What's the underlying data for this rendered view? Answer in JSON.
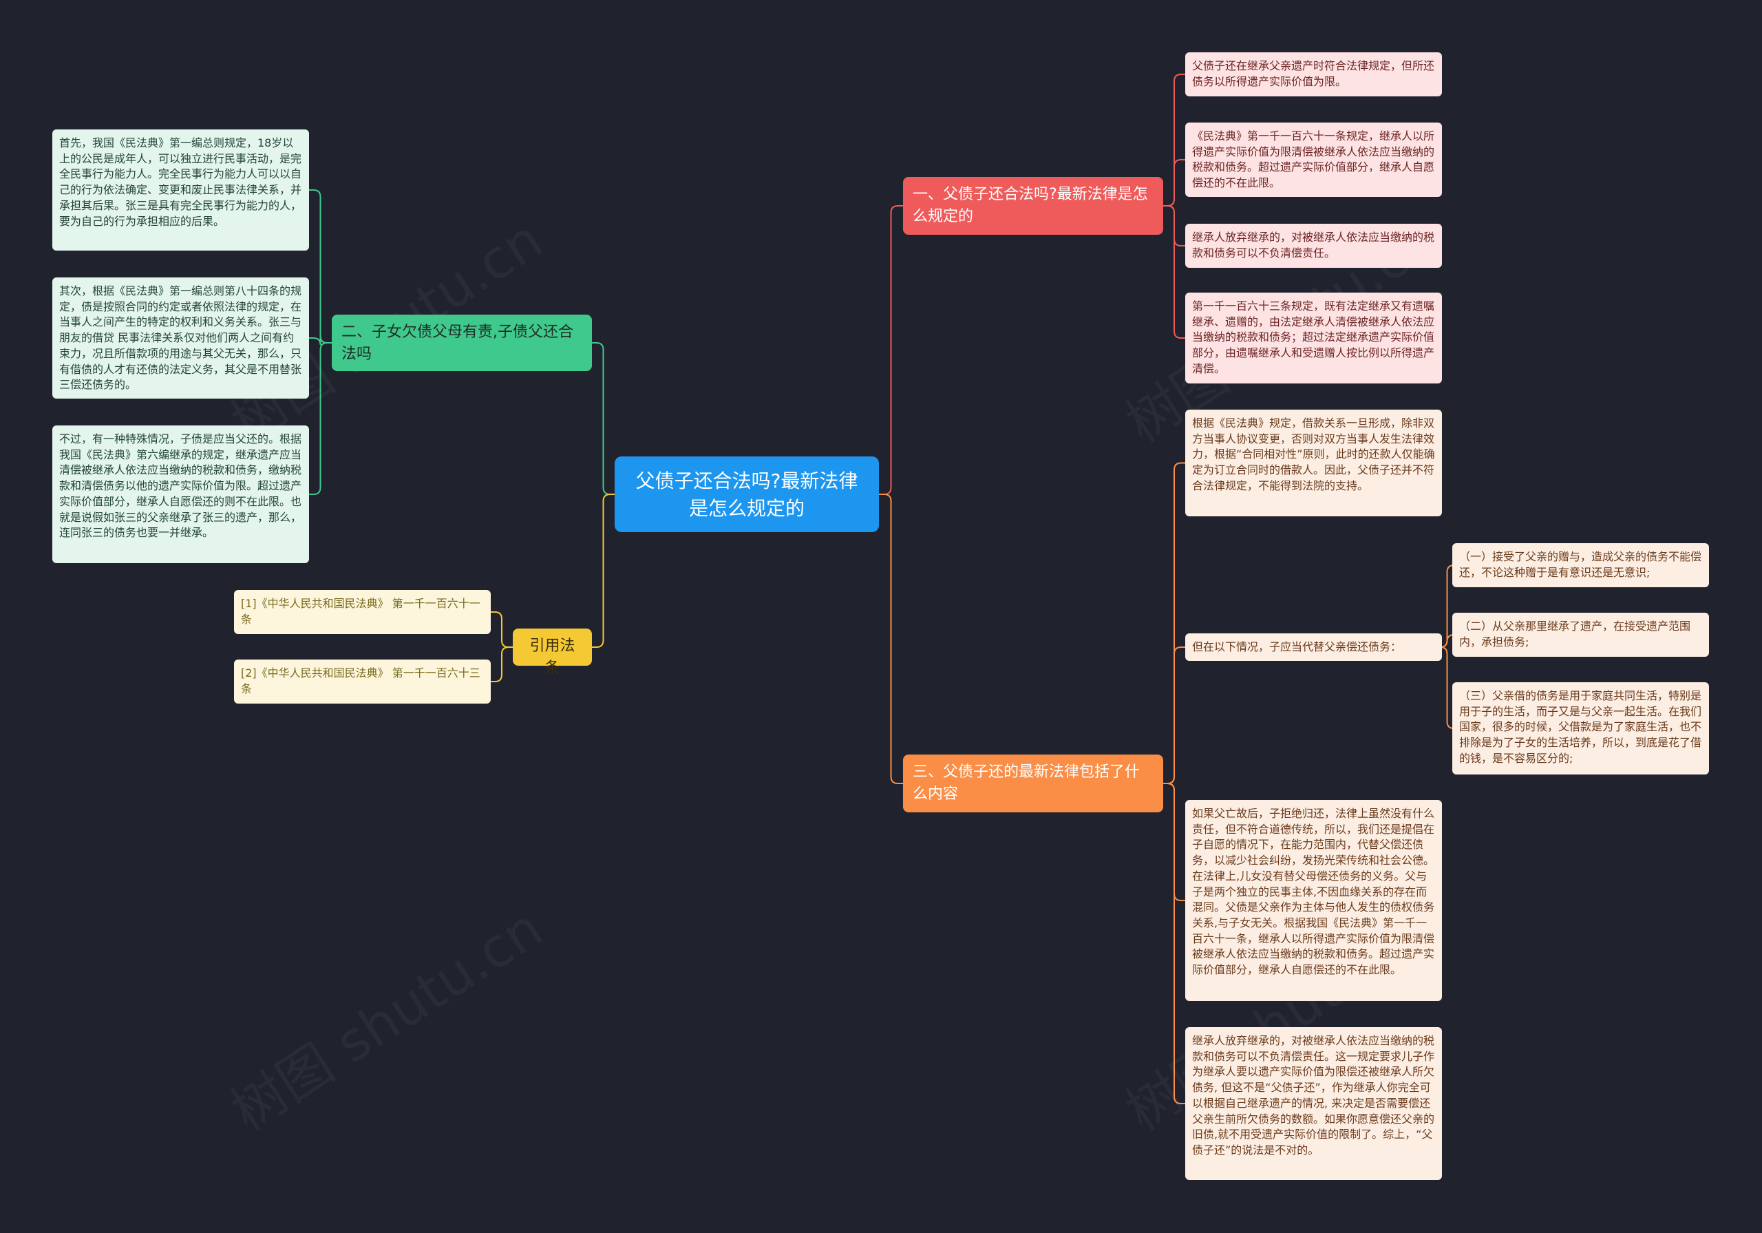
{
  "root": {
    "title": "父债子还合法吗?最新法律是怎么规定的"
  },
  "branches": {
    "b1": {
      "title": "一、父债子还合法吗?最新法律是怎么规定的",
      "color": "#ef5b5b"
    },
    "b2": {
      "title": "二、子女欠债父母有责,子债父还合法吗",
      "color": "#40c98d"
    },
    "b3": {
      "title": "引用法条",
      "color": "#f5c933"
    },
    "b4": {
      "title": "三、父债子还的最新法律包括了什么内容",
      "color": "#fa8e46"
    }
  },
  "b1_items": [
    "父债子还在继承父亲遗产时符合法律规定，但所还债务以所得遗产实际价值为限。",
    "《民法典》第一千一百六十一条规定，继承人以所得遗产实际价值为限清偿被继承人依法应当缴纳的税款和债务。超过遗产实际价值部分，继承人自愿偿还的不在此限。",
    "继承人放弃继承的，对被继承人依法应当缴纳的税款和债务可以不负清偿责任。",
    "第一千一百六十三条规定，既有法定继承又有遗嘱继承、遗赠的，由法定继承人清偿被继承人依法应当缴纳的税款和债务；超过法定继承遗产实际价值部分，由遗嘱继承人和受遗赠人按比例以所得遗产清偿。"
  ],
  "b2_items": [
    "首先，我国《民法典》第一编总则规定，18岁以上的公民是成年人，可以独立进行民事活动，是完全民事行为能力人。完全民事行为能力人可以以自己的行为依法确定、变更和废止民事法律关系，并承担其后果。张三是具有完全民事行为能力的人，要为自己的行为承担相应的后果。",
    "其次，根据《民法典》第一编总则第八十四条的规定，债是按照合同的约定或者依照法律的规定，在当事人之间产生的特定的权利和义务关系。张三与朋友的借贷 民事法律关系仅对他们两人之间有约束力，况且所借款项的用途与其父无关，那么，只有借债的人才有还债的法定义务，其父是不用替张三偿还债务的。",
    "不过，有一种特殊情况，子债是应当父还的。根据我国《民法典》第六编继承的规定，继承遗产应当清偿被继承人依法应当缴纳的税款和债务，缴纳税款和清偿债务以他的遗产实际价值为限。超过遗产实际价值部分，继承人自愿偿还的则不在此限。也就是说假如张三的父亲继承了张三的遗产，那么，连同张三的债务也要一并继承。"
  ],
  "b3_items": [
    "[1]《中华人民共和国民法典》 第一千一百六十一条",
    "[2]《中华人民共和国民法典》 第一千一百六十三条"
  ],
  "b4_items": [
    "根据《民法典》规定，借款关系一旦形成，除非双方当事人协议变更，否则对双方当事人发生法律效力，根据“合同相对性”原则，此时的还款人仅能确定为订立合同时的借款人。因此，父债子还并不符合法律规定，不能得到法院的支持。",
    "但在以下情况，子应当代替父亲偿还债务：",
    "如果父亡故后，子拒绝归还，法律上虽然没有什么责任，但不符合道德传统，所以，我们还是提倡在子自愿的情况下，在能力范围内，代替父偿还债务，以减少社会纠纷，发扬光荣传统和社会公德。在法律上,儿女没有替父母偿还债务的义务。父与子是两个独立的民事主体,不因血缘关系的存在而混同。父债是父亲作为主体与他人发生的债权债务关系,与子女无关。根据我国《民法典》第一千一百六十一条，继承人以所得遗产实际价值为限清偿被继承人依法应当缴纳的税款和债务。超过遗产实际价值部分，继承人自愿偿还的不在此限。",
    "继承人放弃继承的，对被继承人依法应当缴纳的税款和债务可以不负清偿责任。这一规定要求儿子作为继承人要以遗产实际价值为限偿还被继承人所欠债务, 但这不是“父债子还”，作为继承人你完全可以根据自己继承遗产的情况, 来决定是否需要偿还父亲生前所欠债务的数额。如果你愿意偿还父亲的旧债,就不用受遗产实际价值的限制了。综上，“父债子还”的说法是不对的。"
  ],
  "b4_sub_items": [
    "（一）接受了父亲的赠与，造成父亲的债务不能偿还，不论这种赠于是有意识还是无意识;",
    "（二）从父亲那里继承了遗产，在接受遗产范围内，承担债务;",
    "（三）父亲借的债务是用于家庭共同生活，特别是用于子的生活，而子又是与父亲一起生活。在我们国家，很多的时候，父借款是为了家庭生活，也不排除是为了子女的生活培养，所以，到底是花了借的钱，是不容易区分的;"
  ],
  "watermark": "树图 shutu.cn"
}
